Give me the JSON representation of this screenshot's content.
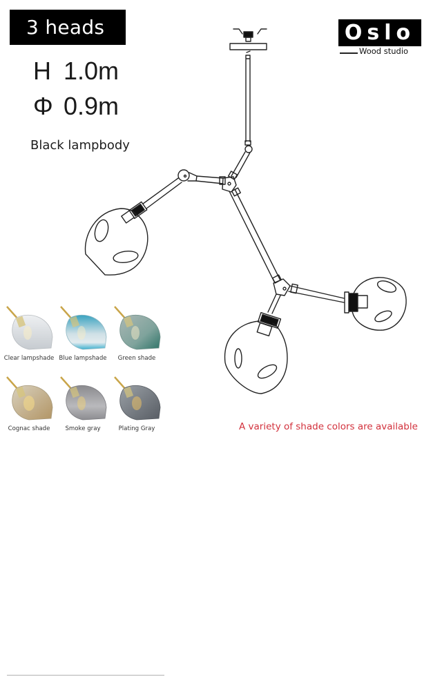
{
  "badge": {
    "label": "3 heads"
  },
  "specs": {
    "height": {
      "symbol": "H",
      "value": "1.0m"
    },
    "diameter": {
      "symbol": "Φ",
      "value": "0.9m"
    }
  },
  "body_note": "Black lampbody",
  "logo": {
    "name": "Oslo",
    "subtitle": "Wood studio"
  },
  "drawing": {
    "icon": "branching-chandelier-line-drawing",
    "heads": 3
  },
  "shades": [
    {
      "label": "Clear lampshade",
      "color_top": "#e9ecef",
      "color_bottom": "#c9ced3",
      "accent": "#f4f5f6"
    },
    {
      "label": "Blue lampshade",
      "color_top": "#3aa7c4",
      "color_bottom": "#d8e3e8",
      "accent": "#5fc0d8"
    },
    {
      "label": "Green shade",
      "color_top": "#9fb0ad",
      "color_bottom": "#3c7f74",
      "accent": "#6e9992"
    },
    {
      "label": "Cognac shade",
      "color_top": "#cfc4ac",
      "color_bottom": "#b69b6c",
      "accent": "#dccfa8"
    },
    {
      "label": "Smoke gray",
      "color_top": "#8d8d90",
      "color_bottom": "#c4c4c6",
      "accent": "#a9a9ac"
    },
    {
      "label": "Plating Gray",
      "color_top": "#7d8288",
      "color_bottom": "#5f646b",
      "accent": "#9aa0a6"
    }
  ],
  "footer_note": "A variety of shade colors are available",
  "colors": {
    "accent_red": "#d2313c",
    "badge_bg": "#000000",
    "brass": "#c9a54a"
  }
}
